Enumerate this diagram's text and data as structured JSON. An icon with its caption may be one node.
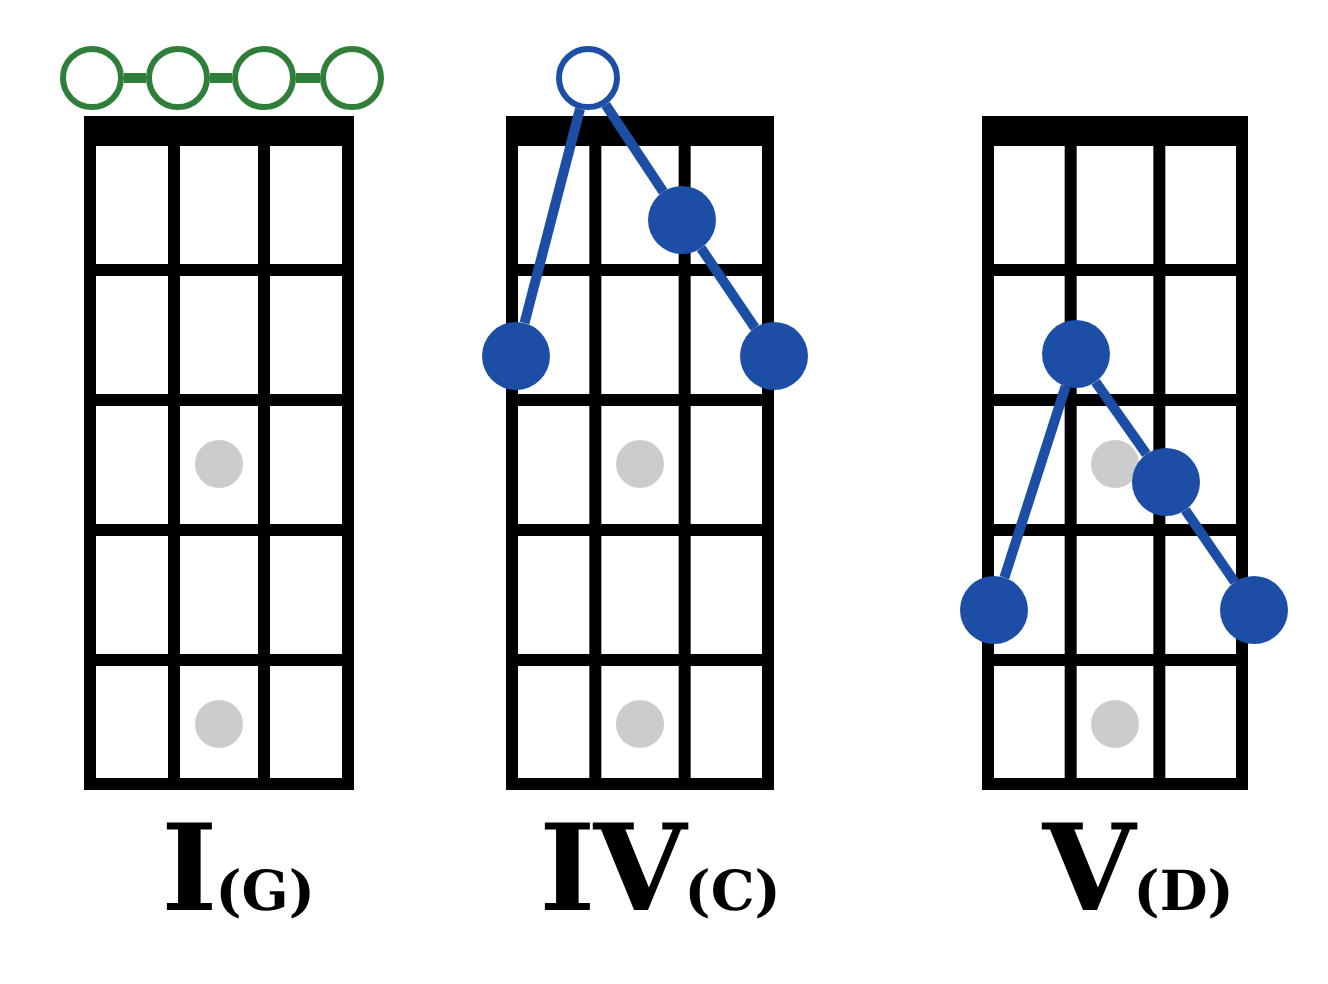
{
  "diagram": {
    "nodes": [
      {
        "text": [],
        "shape": "circle"
      },
      {
        "text": [],
        "shape": "circle"
      },
      {
        "text": [],
        "shape": "circle"
      },
      {
        "text": [],
        "shape": "circle"
      },
      {
        "text": [],
        "shape": "circle"
      },
      {
        "text": [],
        "shape": "circle"
      },
      {
        "text": [],
        "shape": "circle"
      },
      {
        "text": [],
        "shape": "circle"
      },
      {
        "text": [],
        "shape": "circle"
      },
      {
        "text": [],
        "shape": "circle"
      },
      {
        "text": [],
        "shape": "circle"
      },
      {
        "text": [],
        "shape": "circle"
      }
    ],
    "edges": [
      {
        "from": 0,
        "to": 1,
        "arrow": "none",
        "color": "#2f7f3b"
      },
      {
        "from": 1,
        "to": 2,
        "arrow": "none",
        "color": "#2f7f3b"
      },
      {
        "from": 2,
        "to": 3,
        "arrow": "none",
        "color": "#2f7f3b"
      },
      {
        "from": 4,
        "to": 6,
        "arrow": "none"
      },
      {
        "from": 4,
        "to": 5,
        "arrow": "none"
      },
      {
        "from": 5,
        "to": 7,
        "arrow": "none"
      },
      {
        "from": 8,
        "to": 10,
        "arrow": "none"
      },
      {
        "from": 8,
        "to": 9,
        "arrow": "none"
      },
      {
        "from": 9,
        "to": 11,
        "arrow": "none"
      }
    ],
    "labels": [
      "I$_{(G)}$",
      "IV$_{(C)}$",
      "V$_{(D)}$"
    ]
  }
}
